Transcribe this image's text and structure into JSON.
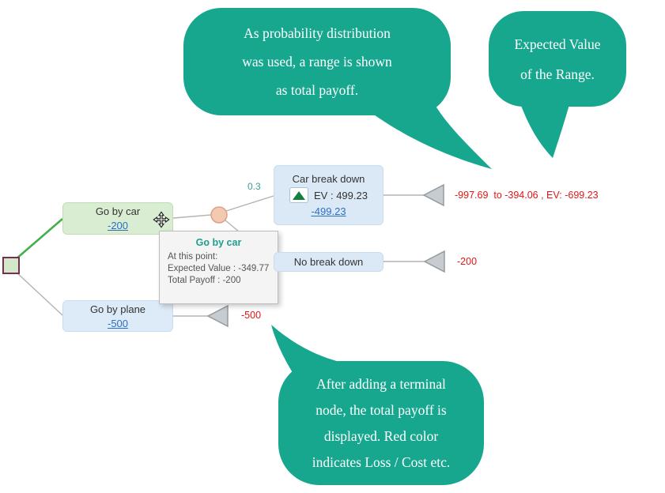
{
  "callouts": {
    "range_note": {
      "line1": "As probability distribution",
      "line2": "was used, a range is shown",
      "line3": "as total payoff."
    },
    "ev_note": {
      "line1": "Expected Value",
      "line2": "of the Range."
    },
    "terminal_note": {
      "line1": "After adding a terminal",
      "line2": "node, the total payoff is",
      "line3": "displayed. Red color",
      "line4": "indicates Loss / Cost etc."
    }
  },
  "nodes": {
    "go_by_car": {
      "label": "Go by car",
      "payoff": "-200"
    },
    "go_by_plane": {
      "label": "Go by plane",
      "payoff": "-500"
    },
    "car_break_down": {
      "label": "Car break down",
      "ev": "EV : 499.23",
      "payoff": "-499.23"
    },
    "no_break_down": {
      "label": "No break down"
    }
  },
  "edges": {
    "car_break_probability": "0.3"
  },
  "payoffs": {
    "car_break_range": "-997.69  to -394.06 , EV: -699.23",
    "no_break": "-200",
    "plane": "-500"
  },
  "tooltip": {
    "title": "Go by car",
    "intro": "At this point:",
    "expected_value": "Expected Value : -349.77",
    "total_payoff": "Total Payoff : -200"
  },
  "colors": {
    "callout": "#17a78f",
    "loss_red": "#e01616",
    "link_blue": "#2d6fc2",
    "selected_edge_green": "#44b049"
  }
}
